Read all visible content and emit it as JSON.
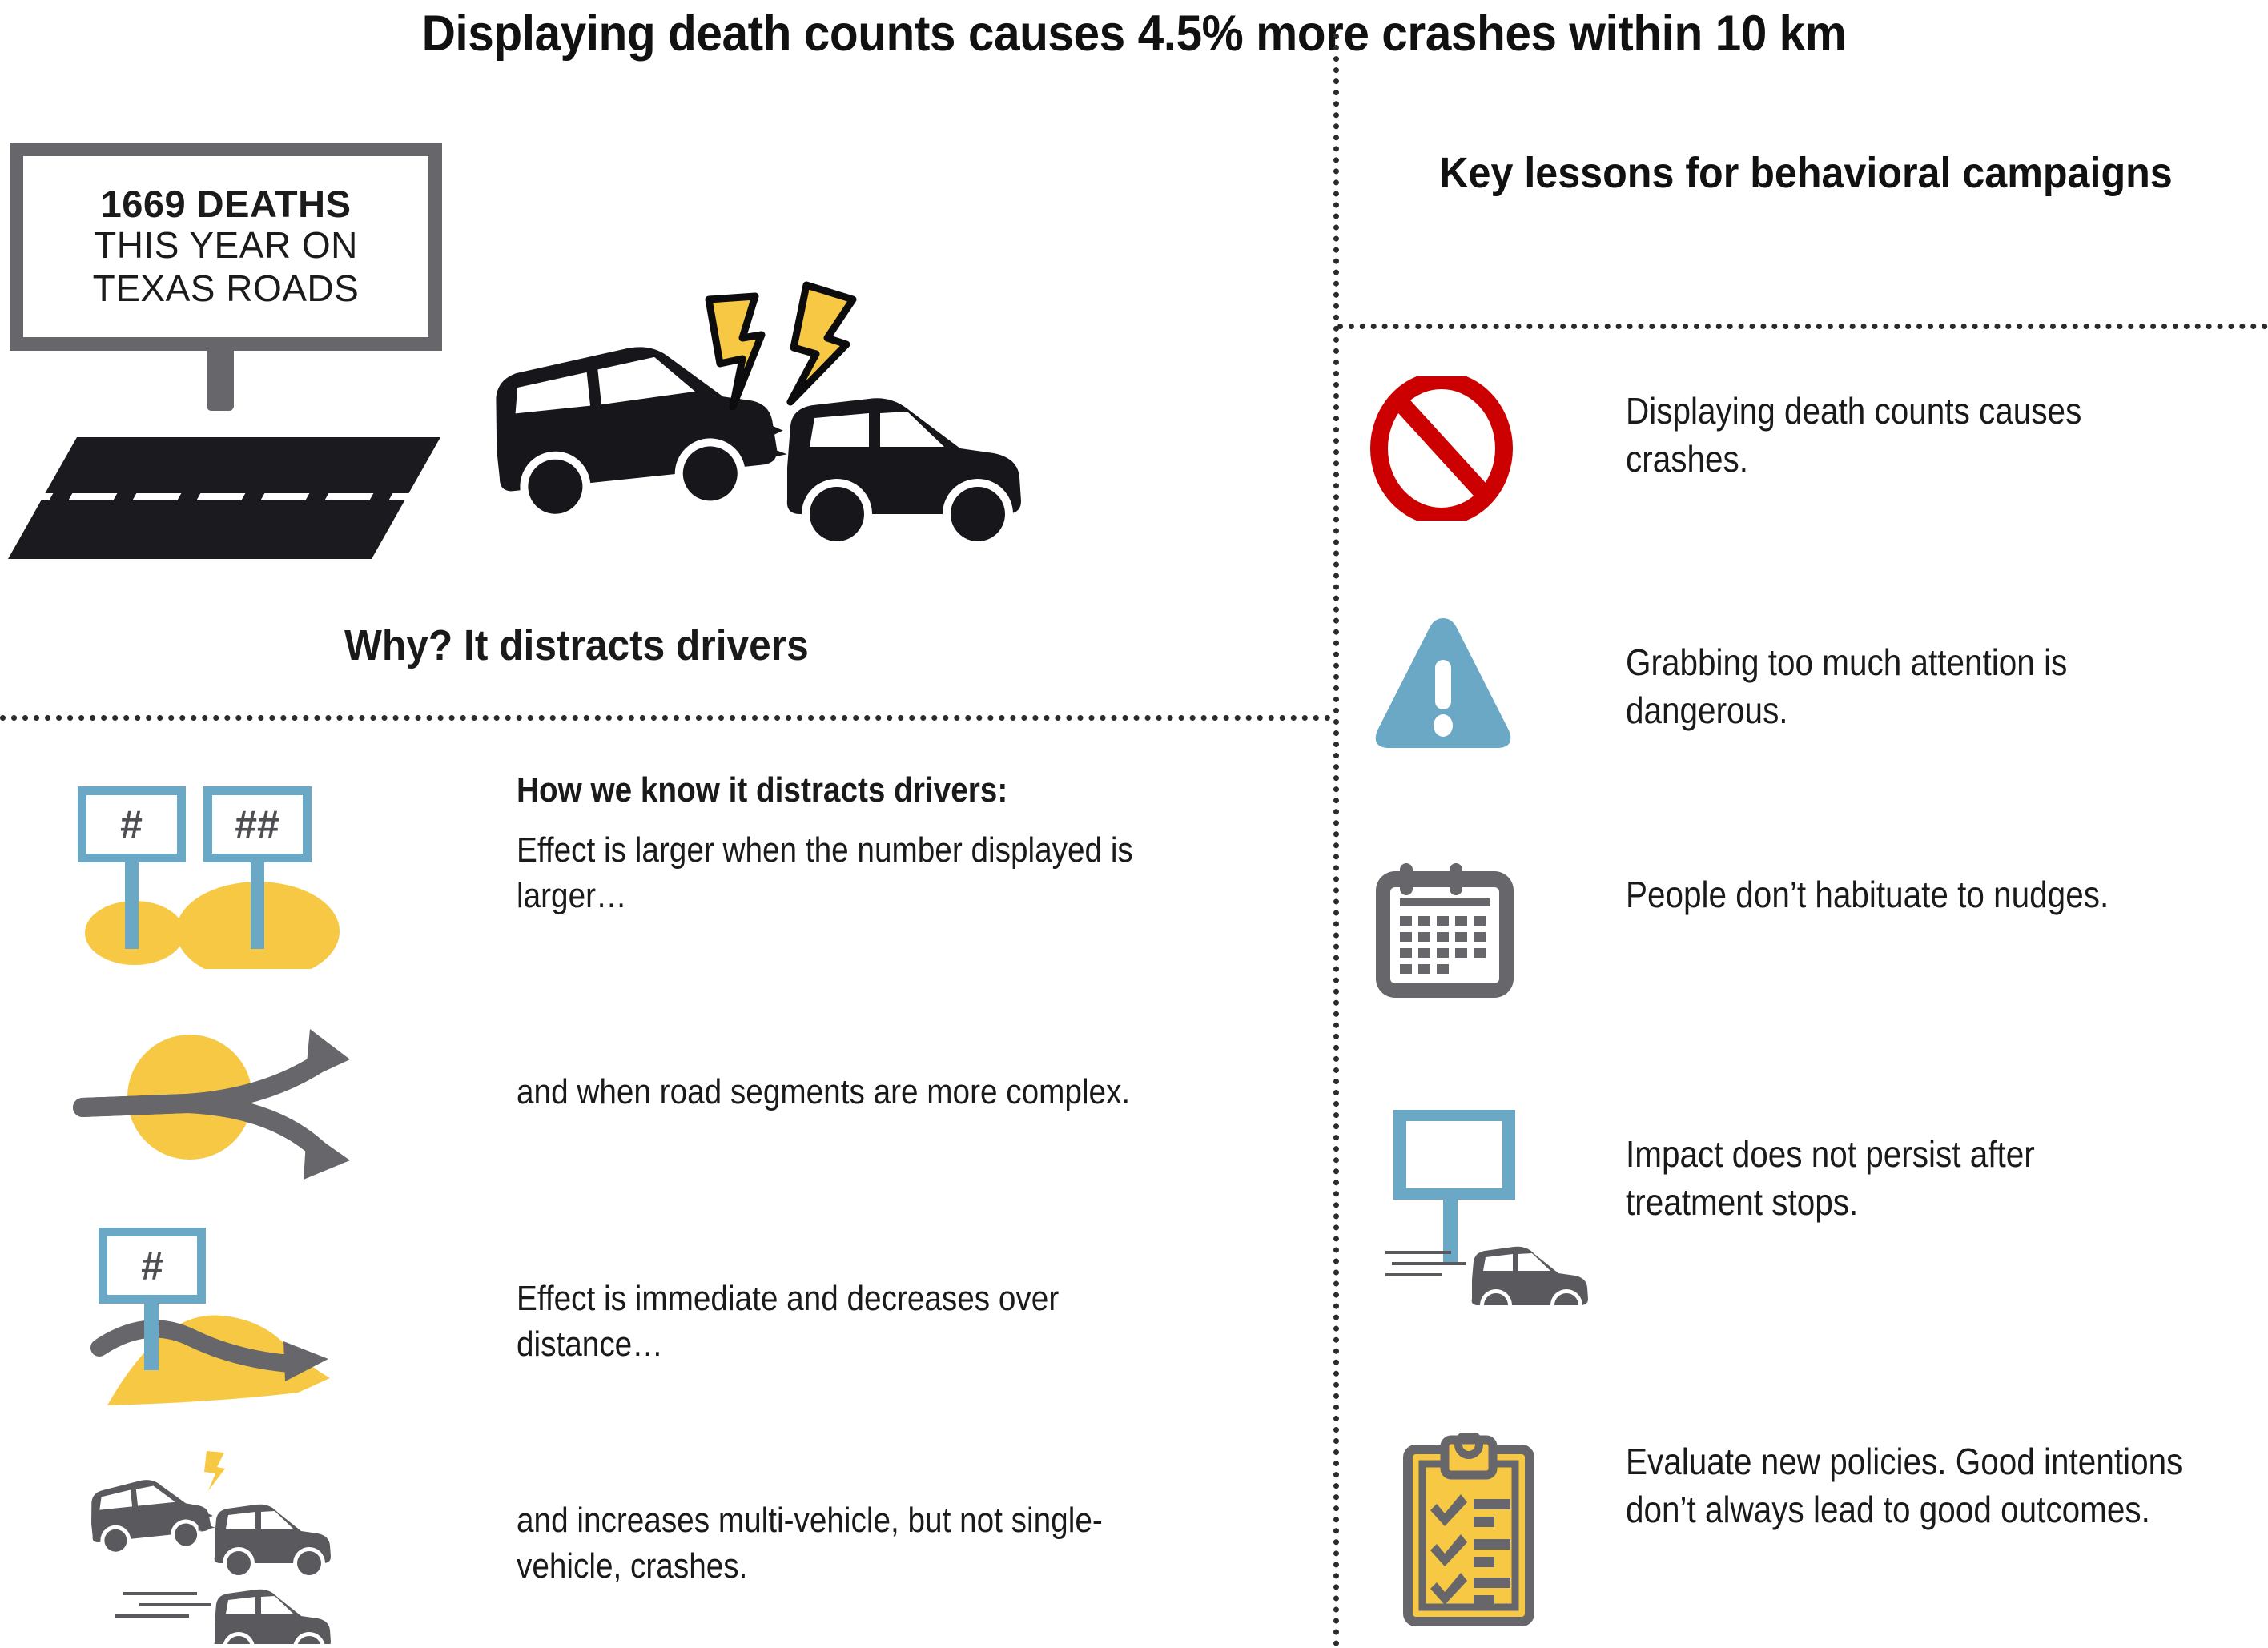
{
  "title": "Displaying death counts causes 4.5% more crashes within 10 km",
  "colors": {
    "yellow": "#F6C844",
    "blue": "#6BA8C6",
    "gray": "#66666B",
    "dark": "#1B1B1F",
    "red": "#CC0000",
    "divider": "#2B2B2B"
  },
  "billboard": {
    "line1": "1669 DEATHS",
    "line2": "THIS YEAR ON",
    "line3": "TEXAS ROADS",
    "icon": "billboard-sign-icon",
    "road_icon": "road-slab-icon"
  },
  "crash_illustration": {
    "icon": "two-car-crash-icon",
    "spark_icon": "lightning-bolt-icon"
  },
  "left_panel": {
    "why_heading": "Why?  It distracts drivers",
    "how_heading": "How we know it distracts drivers:",
    "items": [
      {
        "icon": "two-signs-with-hash-counts-icon",
        "sign_small_label": "#",
        "sign_large_label": "##",
        "text": "Effect is larger when the number displayed is larger…"
      },
      {
        "icon": "forking-road-complexity-icon",
        "text": "and when road segments are more complex."
      },
      {
        "icon": "sign-with-decaying-effect-curve-icon",
        "sign_label": "#",
        "text": "Effect is immediate and decreases over distance…"
      },
      {
        "icon": "multi-vehicle-vs-single-vehicle-crash-icon",
        "text": "and increases multi-vehicle, but not single-vehicle, crashes."
      }
    ]
  },
  "right_panel": {
    "title": "Key lessons for behavioral campaigns",
    "items": [
      {
        "icon": "prohibition-no-entry-icon",
        "text": "Displaying death counts causes crashes."
      },
      {
        "icon": "warning-triangle-exclamation-icon",
        "text": "Grabbing too much attention is dangerous."
      },
      {
        "icon": "calendar-icon",
        "text": "People don’t habituate to nudges."
      },
      {
        "icon": "blank-billboard-with-car-icon",
        "text": "Impact does not persist after treatment stops."
      },
      {
        "icon": "clipboard-checklist-icon",
        "text": "Evaluate new policies. Good intentions don’t always lead to good outcomes."
      }
    ]
  }
}
